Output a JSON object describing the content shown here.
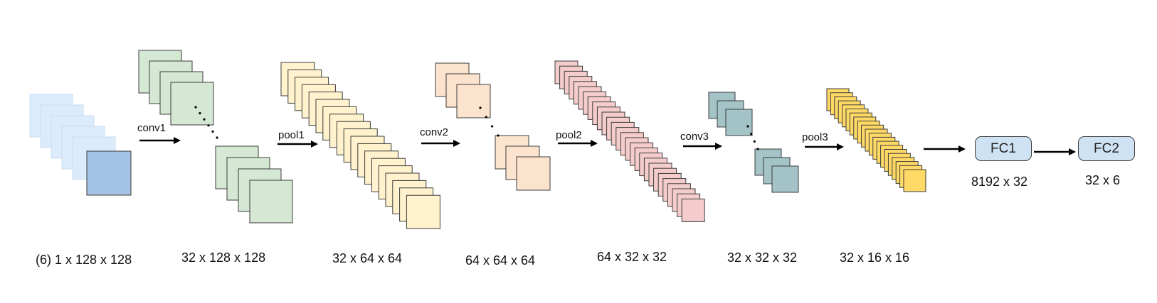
{
  "colors": {
    "input_back": "#dcebfb",
    "input_front": "#a4c2e4",
    "conv1": "#d5e8d4",
    "pool1": "#fff2cc",
    "conv2": "#fce3cd",
    "pool2": "#f5cccc",
    "conv3": "#a3c3c6",
    "pool3": "#ffd966",
    "fc": "#cfe2f3",
    "stroke": "#3c3c3c"
  },
  "ops": {
    "conv1": "conv1",
    "pool1": "pool1",
    "conv2": "conv2",
    "pool2": "pool2",
    "conv3": "conv3",
    "pool3": "pool3"
  },
  "dims": {
    "input": "(6) 1 x 128 x 128",
    "conv1": "32 x 128 x 128",
    "pool1": "32 x 64 x 64",
    "conv2": "64 x 64 x 64",
    "pool2": "64 x 32 x 32",
    "conv3": "32 x 32 x 32",
    "pool3": "32 x 16 x 16"
  },
  "fc": {
    "fc1": {
      "label": "FC1",
      "dims": "8192 x 32"
    },
    "fc2": {
      "label": "FC2",
      "dims": "32 x 6"
    }
  }
}
